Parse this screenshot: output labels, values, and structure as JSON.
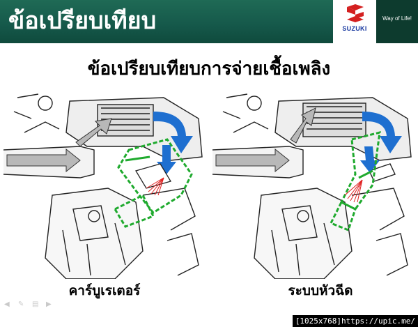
{
  "header": {
    "title": "ข้อเปรียบเทียบ",
    "brand": "SUZUKI",
    "slogan": "Way of Life!",
    "band_color": "#15584a",
    "brand_color": "#1a3aa0"
  },
  "slide": {
    "subtitle": "ข้อเปรียบเทียบการจ่ายเชื้อเพลิง",
    "left_caption": "คาร์บูเรเตอร์",
    "right_caption": "ระบบหัวฉีด"
  },
  "controls": {
    "icons": [
      "prev-arrow-icon",
      "pen-icon",
      "menu-icon",
      "next-arrow-icon"
    ],
    "glyphs": [
      "◀",
      "✎",
      "▤",
      "▶"
    ]
  },
  "watermark": "[1025x768]https://upic.me/"
}
